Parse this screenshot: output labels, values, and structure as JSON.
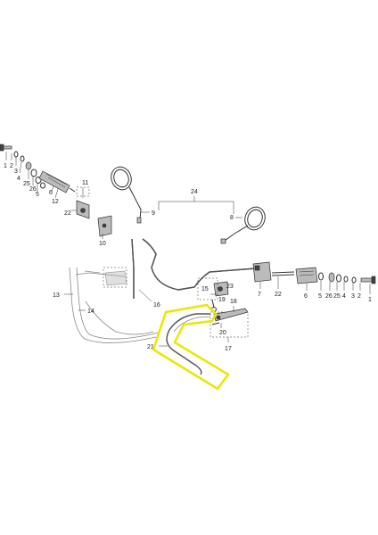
{
  "diagram": {
    "highlight_color": "#e8e800",
    "line_color": "#333333",
    "labels": {
      "p1_left": "1",
      "p2_left": "2",
      "p3_left": "3",
      "p4_left": "4",
      "p25_left": "25",
      "p26_left": "26",
      "p5_left": "5",
      "p6_left": "6",
      "p12": "12",
      "p11": "11",
      "p22_left": "22",
      "p10": "10",
      "p24": "24",
      "p9": "9",
      "p8": "8",
      "p13": "13",
      "p14": "14",
      "p15": "15",
      "p23": "23",
      "p19": "19",
      "p7": "7",
      "p22_right": "22",
      "p6_right": "6",
      "p5_right": "5",
      "p26_right": "26",
      "p25_right": "25",
      "p4_right": "4",
      "p3_right": "3",
      "p2_right": "2",
      "p1_right": "1",
      "p18": "18",
      "p20": "20",
      "p17": "17",
      "p21": "21",
      "p16": "16"
    }
  }
}
